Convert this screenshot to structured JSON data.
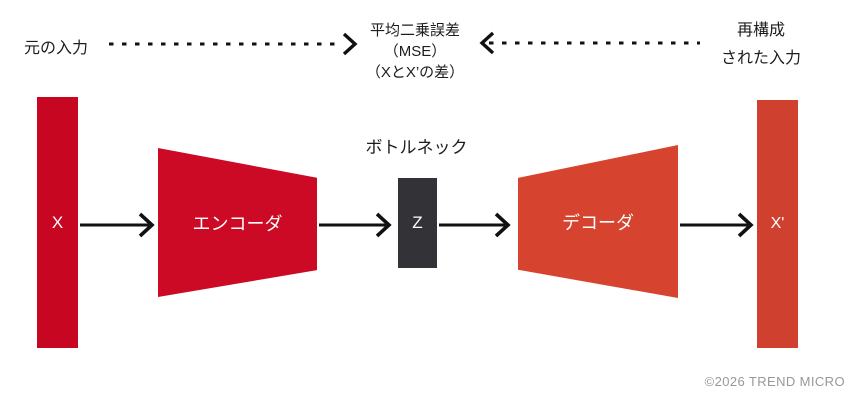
{
  "annotations": {
    "original_input": "元の入力",
    "mse_line1": "平均二乗誤差",
    "mse_line2": "（MSE）",
    "mse_line3": "（XとX’の差）",
    "reconstructed_line1": "再構成",
    "reconstructed_line2": "された入力",
    "bottleneck_title": "ボトルネック"
  },
  "nodes": {
    "input_label": "X",
    "encoder_label": "エンコーダ",
    "latent_label": "Z",
    "decoder_label": "デコーダ",
    "output_label": "X'"
  },
  "footer": {
    "copyright": "©2026 TREND MICRO"
  },
  "colors": {
    "background": "#ffffff",
    "input_red": "#c70622",
    "encoder_red": "#cc0a26",
    "latent_dark": "#333337",
    "decoder_orange": "#d64430",
    "output_orange": "#d0402f",
    "arrow_black": "#111111",
    "text_black": "#1d1d1f",
    "copyright_gray": "#98989c"
  }
}
